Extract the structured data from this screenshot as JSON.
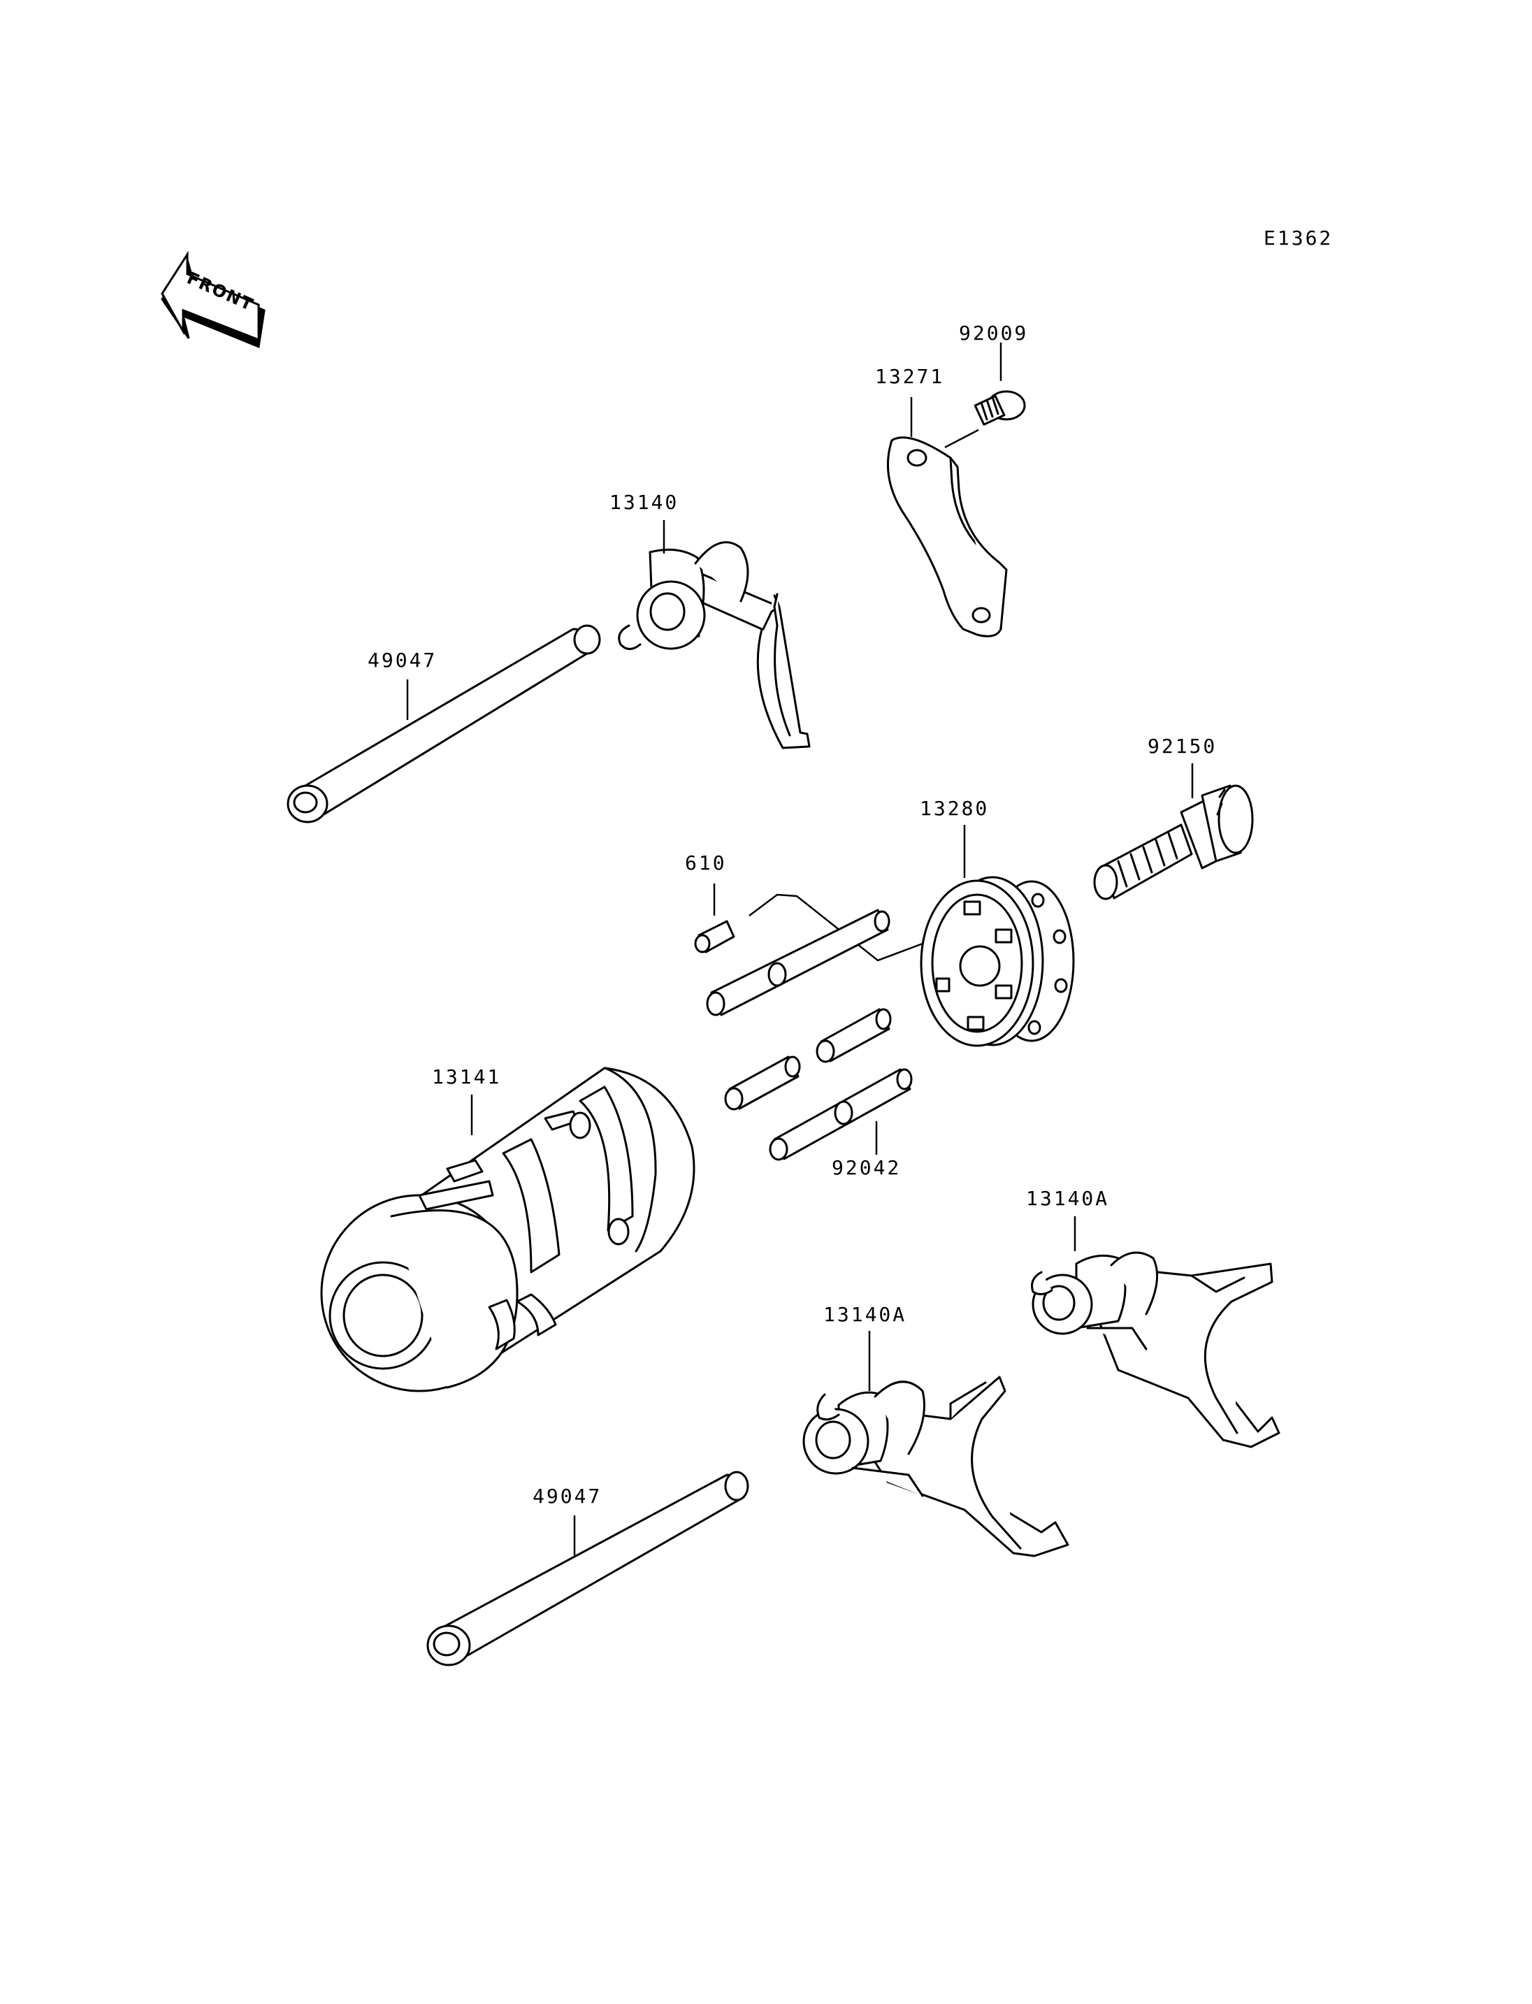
{
  "diagram_code": "E1362",
  "front_label": "FRONT",
  "callouts": {
    "c92009": "92009",
    "c13271": "13271",
    "c13140": "13140",
    "c49047_top": "49047",
    "c92150": "92150",
    "c13280": "13280",
    "c610": "610",
    "c13141": "13141",
    "c92042": "92042",
    "c13140A_right": "13140A",
    "c13140A_left": "13140A",
    "c49047_bottom": "49047"
  }
}
